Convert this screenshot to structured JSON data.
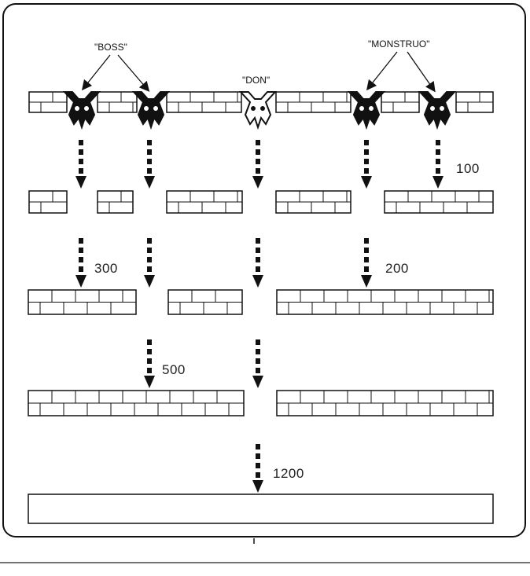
{
  "labels": {
    "boss": "\"BOSS\"",
    "don": "\"DON\"",
    "monstruo": "\"MONSTRUO\""
  },
  "scores": {
    "s100": "100",
    "s200": "200",
    "s300": "300",
    "s500": "500",
    "s1200": "1200"
  },
  "colors": {
    "ink": "#111111",
    "paper": "#ffffff"
  }
}
